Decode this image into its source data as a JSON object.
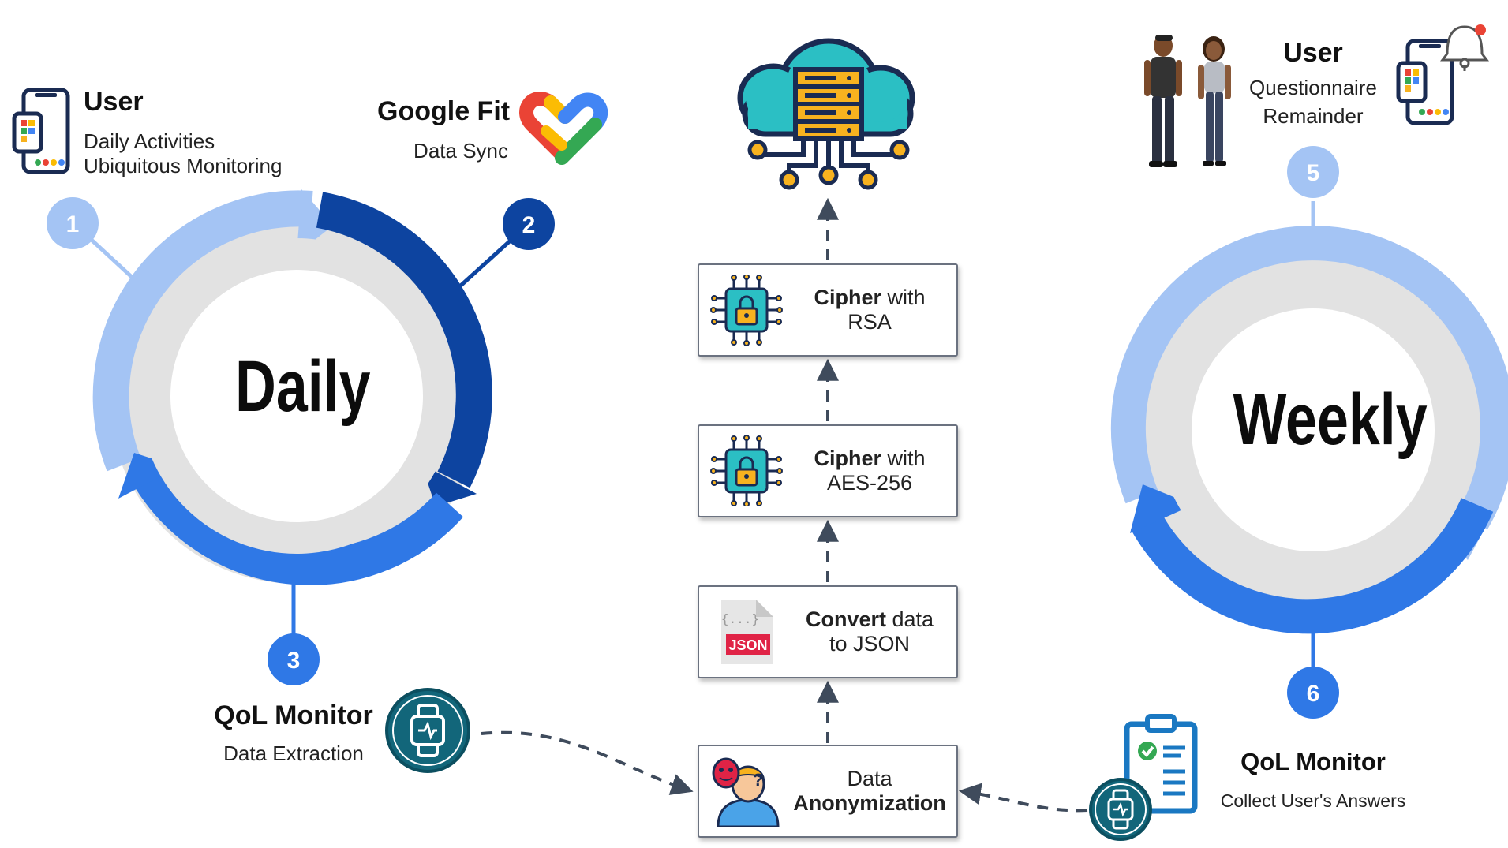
{
  "daily": {
    "label": "Daily",
    "user": {
      "title": "User",
      "line1": "Daily Activities",
      "line2": "Ubiquitous Monitoring"
    },
    "googlefit": {
      "title": "Google Fit",
      "sub": "Data Sync"
    },
    "qol": {
      "title": "QoL Monitor",
      "sub": "Data Extraction"
    }
  },
  "weekly": {
    "label": "Weekly",
    "user": {
      "title": "User",
      "line1": "Questionnaire",
      "line2": "Remainder"
    },
    "qol": {
      "title": "QoL Monitor",
      "sub": "Collect User's Answers"
    }
  },
  "steps": [
    "1",
    "2",
    "3",
    "5",
    "6"
  ],
  "pipeline": {
    "anon": {
      "line1": "Data",
      "line2": "Anonymization"
    },
    "json": {
      "bold": "Convert",
      "rest": " data",
      "line2": "to JSON",
      "icon_text": "JSON",
      "icon_braces": "{...}"
    },
    "aes": {
      "bold": "Cipher",
      "rest": " with",
      "line2": "AES-256"
    },
    "rsa": {
      "bold": "Cipher",
      "rest": " with",
      "line2": "RSA"
    }
  },
  "icons": {
    "cloud": "cloud-server-icon",
    "smartwatch": "smartwatch-icon",
    "heart": "google-fit-heart-icon",
    "people": "users-icon",
    "bell": "notification-bell-icon",
    "lock_chip": "encryption-chip-icon",
    "clipboard": "checklist-clipboard-icon",
    "masks": "anonymous-masks-icon",
    "json_file": "json-file-icon"
  },
  "colors": {
    "light_blue": "#a4c4f4",
    "dark_blue": "#0d44a0",
    "mid_blue": "#2f78e6",
    "inner_grey": "#e2e2e2",
    "teal": "#12667a",
    "arrow": "#3f4b5c"
  }
}
